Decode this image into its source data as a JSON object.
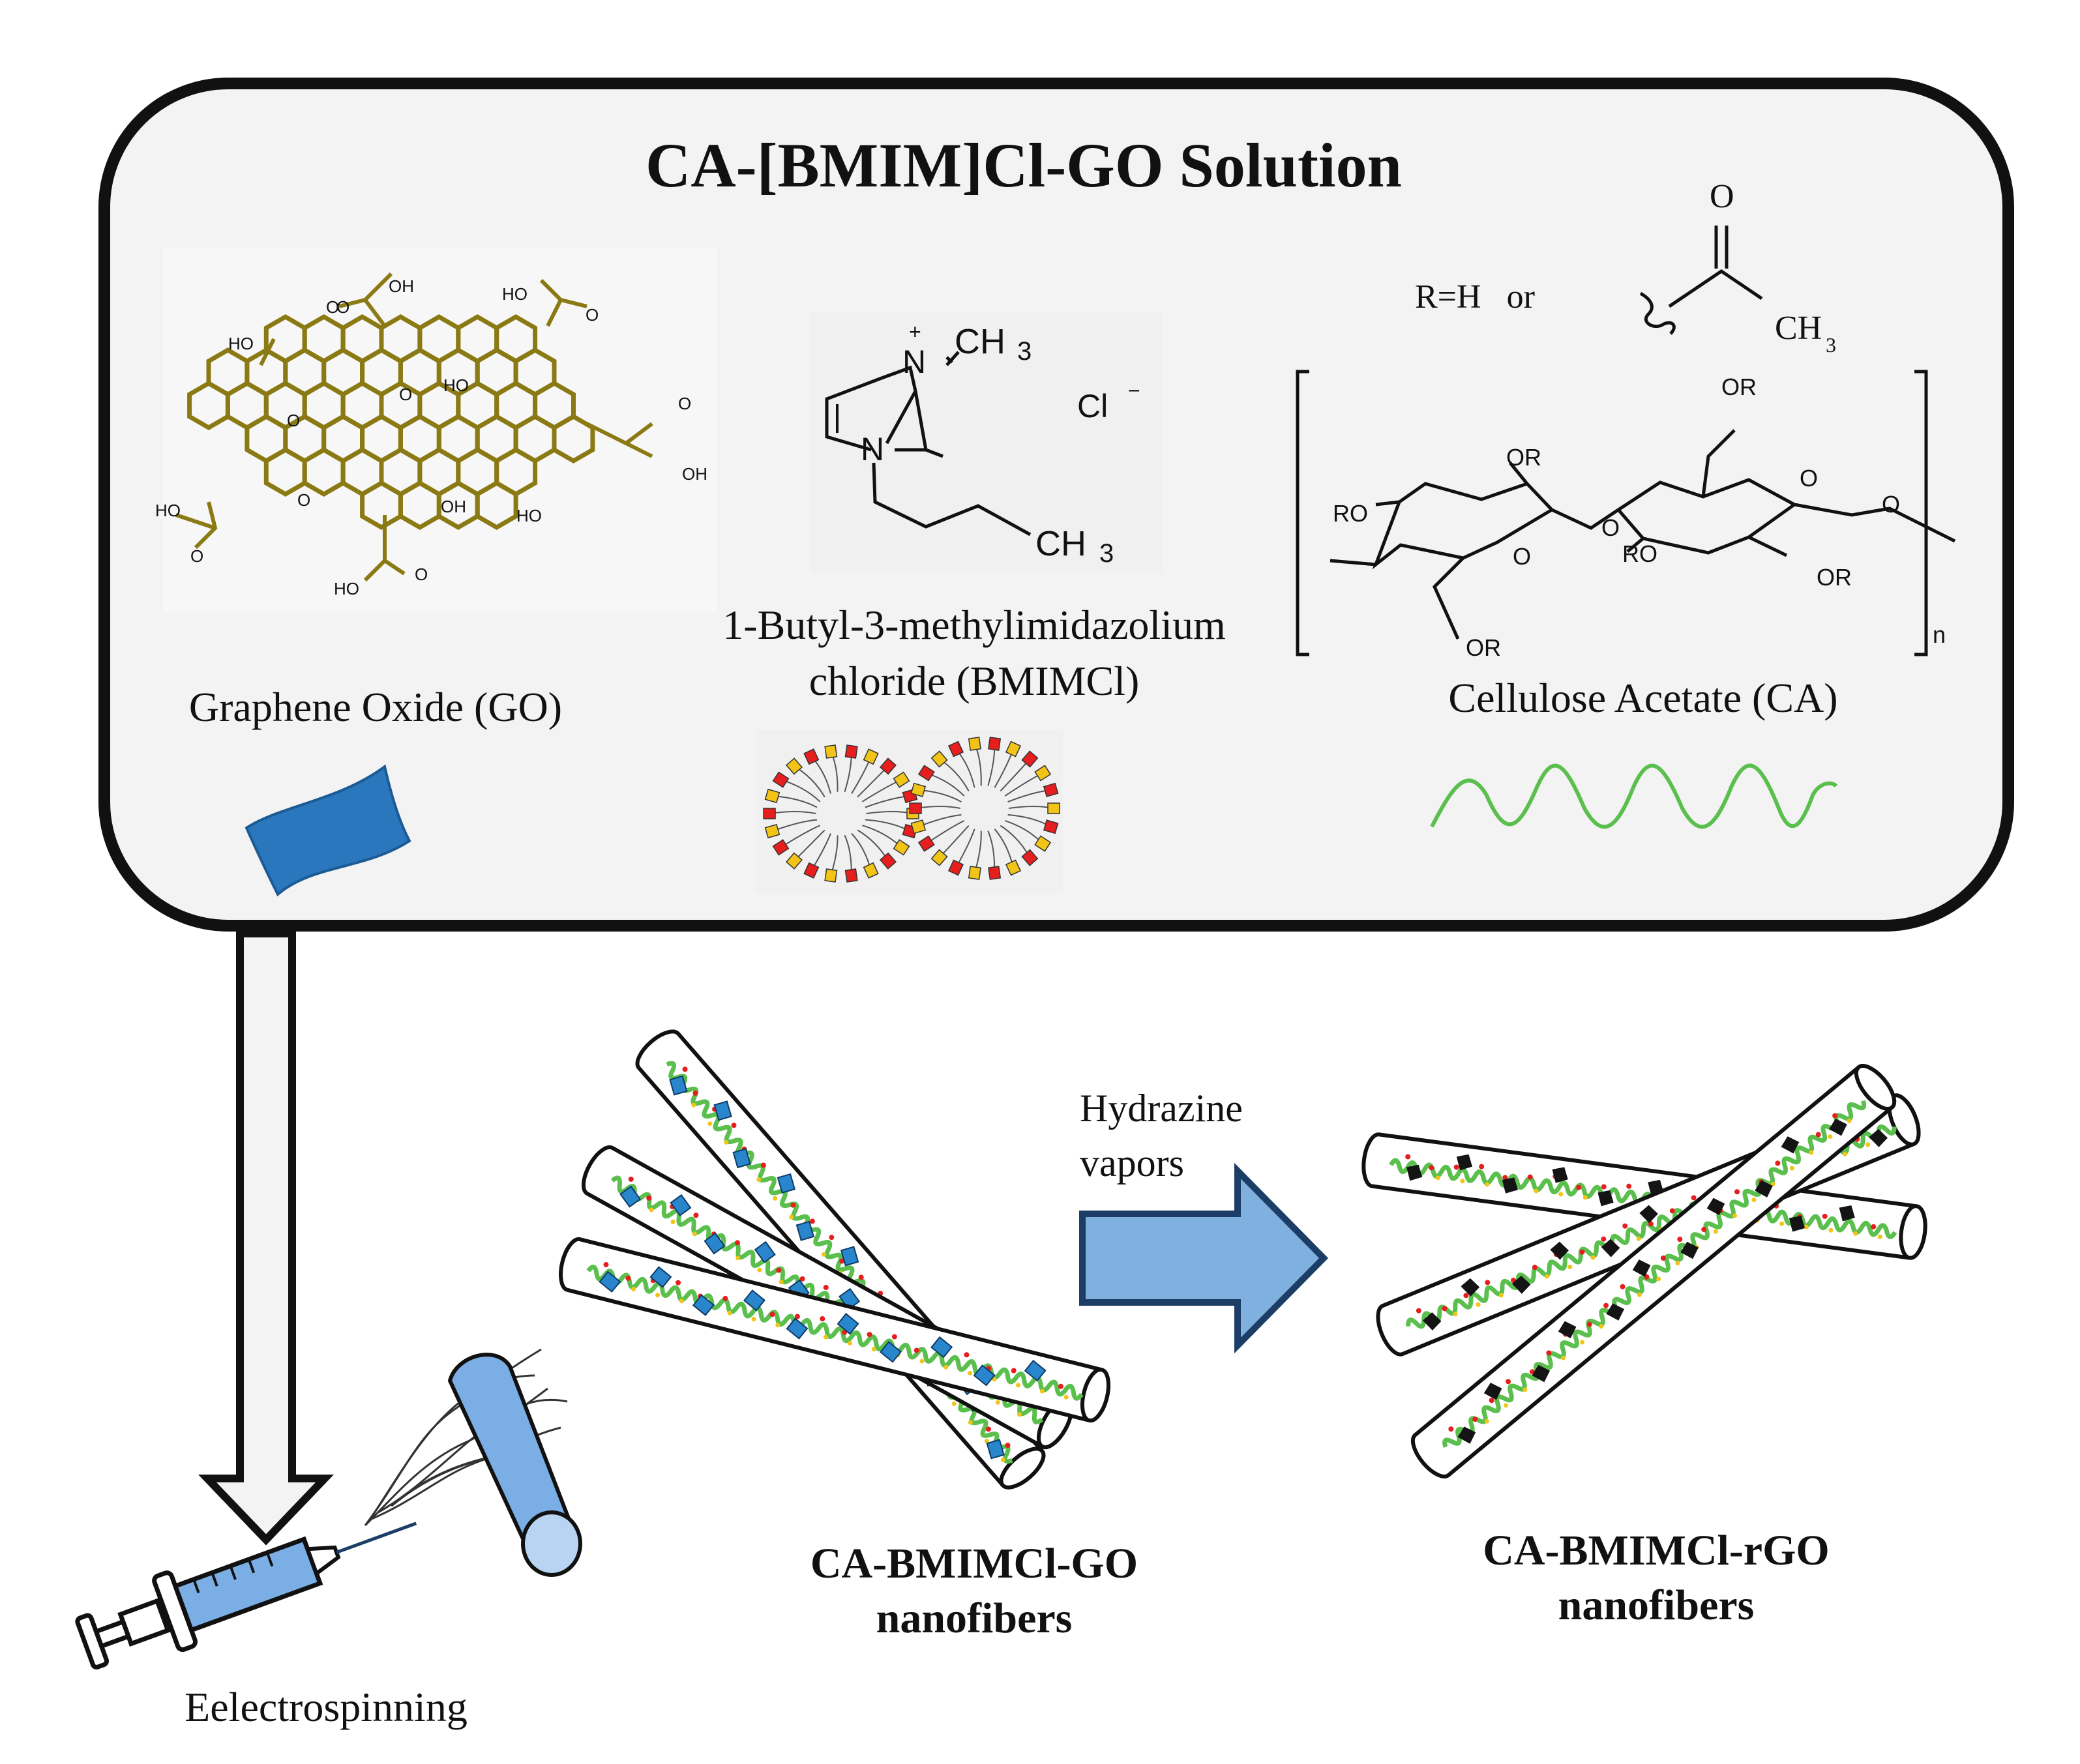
{
  "panel": {
    "title": "CA-[BMIM]Cl-GO Solution",
    "background_color": "#f3f3f3",
    "border_color": "#111111"
  },
  "graphene_oxide": {
    "label": "Graphene Oxide (GO)",
    "line_color": "#8b7a14",
    "sheet_color": "#2b77bd",
    "atoms": [
      "OH",
      "HO",
      "O",
      "O",
      "HO",
      "HO",
      "O",
      "O",
      "OH",
      "HO",
      "O",
      "OH",
      "HO",
      "HO",
      "O",
      "O",
      "O",
      "O"
    ]
  },
  "bmimcl": {
    "label_line1": "1-Butyl-3-methylimidazolium",
    "label_line2": "chloride (BMIMCl)",
    "atoms": [
      "N",
      "N",
      "+",
      "CH",
      "3",
      "CH",
      "3",
      "Cl",
      "−"
    ],
    "head_colors": {
      "cation": "#f2c418",
      "anion": "#e61e1e"
    }
  },
  "cellulose_acetate": {
    "label": "Cellulose Acetate (CA)",
    "r_text": "R=H   or",
    "atoms": [
      "O",
      "CH",
      "3",
      "OR",
      "OR",
      "RO",
      "O",
      "O",
      "RO",
      "O",
      "OR",
      "OR",
      "O",
      "n"
    ],
    "chain_color": "#5bbf4e"
  },
  "steps": {
    "electrospinning": "Eelectrospinning",
    "reagent_line1": "Hydrazine",
    "reagent_line2": "vapors",
    "arrow_color": "#7fb0e0",
    "arrow_border": "#1b3d66",
    "syringe_color": "#7aaee4"
  },
  "products": {
    "go": {
      "line1": "CA-BMIMCl-GO",
      "line2": "nanofibers",
      "filler_color": "#2a86cc"
    },
    "rgo": {
      "line1": "CA-BMIMCl-rGO",
      "line2": "nanofibers",
      "filler_color": "#141414"
    }
  }
}
